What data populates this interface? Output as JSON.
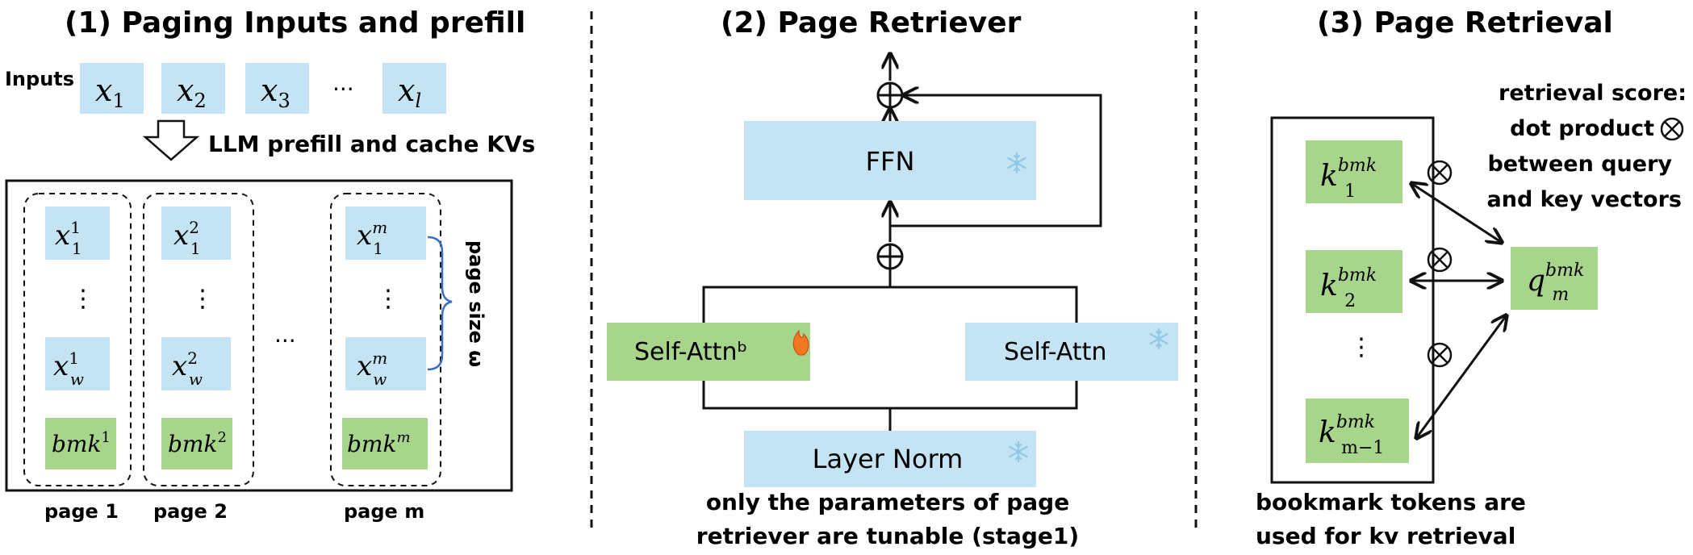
{
  "panel1": {
    "title": "(1) Paging Inputs and prefill",
    "inputs_label": "Inputs",
    "inputs_sub": [
      "1",
      "2",
      "3",
      "l"
    ],
    "input_var": "x",
    "input_ellipsis": "···",
    "arrow_label": "LLM prefill and cache KVs",
    "pages": [
      {
        "label": "page 1",
        "sup": "1",
        "bmk_sup": "1"
      },
      {
        "label": "page 2",
        "sup": "2",
        "bmk_sup": "2"
      },
      {
        "label": "page m",
        "sup": "m",
        "bmk_sup": "m"
      }
    ],
    "token_first_sub": "1",
    "token_last_sub": "w",
    "bmk_base": "bmk",
    "vdots": "⋮",
    "between_pages_ellipsis": "···",
    "page_size_label": "page size ω"
  },
  "panel2": {
    "title": "(2) Page Retriever",
    "ffn_label": "FFN",
    "self_attn_b_label": "Self-Attnᵇ",
    "self_attn_label": "Self-Attn",
    "layer_norm_label": "Layer Norm",
    "caption_line1": "only the parameters of page",
    "caption_line2": "retriever are tunable (stage1)",
    "add_symbol": "⊕",
    "frozen_icon": "snowflake-icon",
    "tunable_icon": "fire-icon"
  },
  "panel3": {
    "title": "(3) Page Retrieval",
    "score_line1": "retrieval score:",
    "score_line2": "dot product",
    "score_line3": "between query",
    "score_line4": "and key vectors",
    "dot_symbol": "⊗",
    "keys": [
      {
        "base": "k",
        "sup": "bmk",
        "sub": "1"
      },
      {
        "base": "k",
        "sup": "bmk",
        "sub": "2"
      },
      {
        "base": "k",
        "sup": "bmk",
        "sub": "m−1"
      }
    ],
    "query": {
      "base": "q",
      "sup": "bmk",
      "sub": "m"
    },
    "vdots": "⋮",
    "caption_line1": "bookmark tokens are",
    "caption_line2": "used for kv retrieval"
  },
  "colors": {
    "blue_box": "#c4e3f3",
    "green_box": "#a8d58c",
    "bracket": "#3a6fc4",
    "fire": "#f07820",
    "snow": "#8ecae6"
  }
}
